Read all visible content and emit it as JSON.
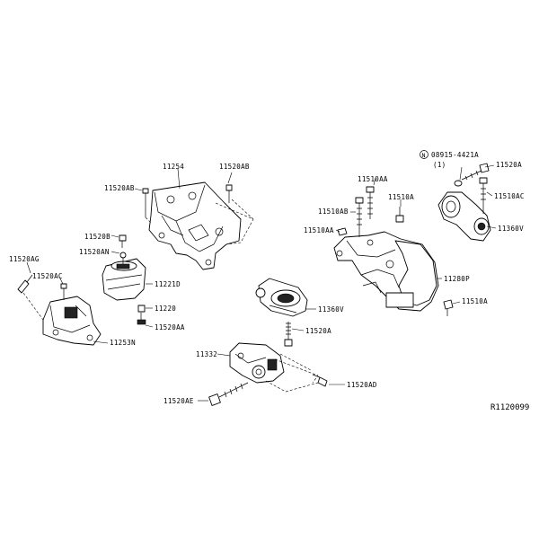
{
  "labels": {
    "l11254": "11254",
    "l11520ab_top": "11520AB",
    "l11520ab_left": "11520AB",
    "l11520b": "11520B",
    "l11520an": "11520AN",
    "l11221d": "11221D",
    "l11520ag": "11520AG",
    "l11520ac": "11520AC",
    "l11220": "11220",
    "l11520aa_left": "11520AA",
    "l11253n": "11253N",
    "l11360v": "11360V",
    "l11520a_mid": "11520A",
    "l11332": "11332",
    "l11520ad": "11520AD",
    "l11520ae": "11520AE",
    "l11510aa": "11510AA",
    "l11510ab": "11510AB",
    "l11510aa_left": "11510AA",
    "l11510a_upper": "11510A",
    "l08915": "08915-4421A",
    "l_qty": "(1)",
    "l11520a_right": "11520A",
    "l11510ac": "11510AC",
    "l11360v_right": "11360V",
    "l11280p": "11280P",
    "l11510a_lower": "11510A"
  },
  "reference": "R1120099",
  "symbols": {
    "circled_n": "N"
  }
}
